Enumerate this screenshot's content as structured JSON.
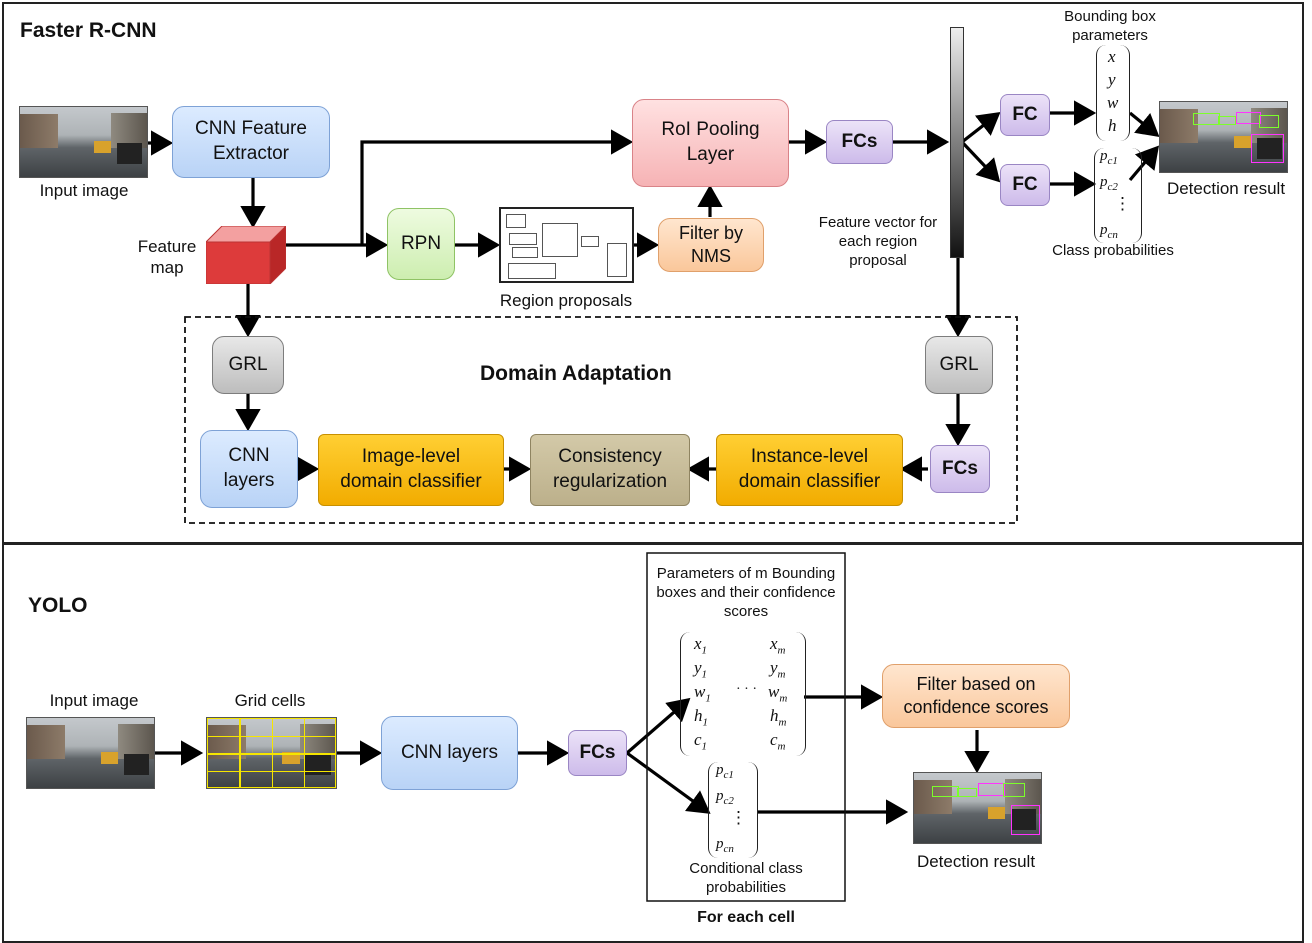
{
  "faster_rcnn": {
    "title": "Faster R-CNN",
    "input_image_label": "Input image",
    "cnn_feature_extractor": "CNN Feature Extractor",
    "feature_map_label": "Feature map",
    "roi_pooling": "RoI Pooling Layer",
    "rpn": "RPN",
    "region_proposals_label": "Region proposals",
    "filter_nms": "Filter by NMS",
    "fcs": "FCs",
    "feature_vector_label": "Feature vector for each region proposal",
    "fc_top": "FC",
    "fc_bottom": "FC",
    "bbox_params_label": "Bounding box parameters",
    "bbox_vector": [
      "x",
      "y",
      "w",
      "h"
    ],
    "class_prob_label": "Class probabilities",
    "class_vector": [
      "p_c1",
      "p_c2",
      "⋮",
      "p_cn"
    ],
    "detection_result": "Detection result"
  },
  "domain_adaptation": {
    "title": "Domain Adaptation",
    "grl_left": "GRL",
    "grl_right": "GRL",
    "cnn_layers": "CNN layers",
    "image_level": "Image-level domain classifier",
    "consistency": "Consistency regularization",
    "instance_level": "Instance-level domain classifier",
    "fcs": "FCs"
  },
  "yolo": {
    "title": "YOLO",
    "input_image_label": "Input image",
    "grid_cells_label": "Grid cells",
    "cnn_layers": "CNN layers",
    "fcs": "FCs",
    "params_label": "Parameters of m Bounding boxes and their confidence scores",
    "matrix_col1": [
      "x1",
      "y1",
      "w1",
      "h1",
      "c1"
    ],
    "matrix_col2": [
      "xm",
      "ym",
      "wm",
      "hm",
      "cm"
    ],
    "dots": "· · ·",
    "cond_class_vector": [
      "p_c1",
      "p_c2",
      "⋮",
      "p_cn"
    ],
    "cond_class_label": "Conditional class probabilities",
    "for_each_cell": "For each cell",
    "filter_conf": "Filter based on confidence scores",
    "detection_result": "Detection result"
  },
  "colors": {
    "blue_box": "#b9d3f6",
    "red_box": "#f6b3b5",
    "green_box": "#cdeeb0",
    "orange_box": "#fac79b",
    "purple_box": "#cdbbea",
    "gold_box": "#f2ac00",
    "khaki_box": "#bcb08b",
    "grid_yellow": "#f6e600",
    "detection_green": "#7cff2a",
    "detection_magenta": "#ff33ff"
  }
}
